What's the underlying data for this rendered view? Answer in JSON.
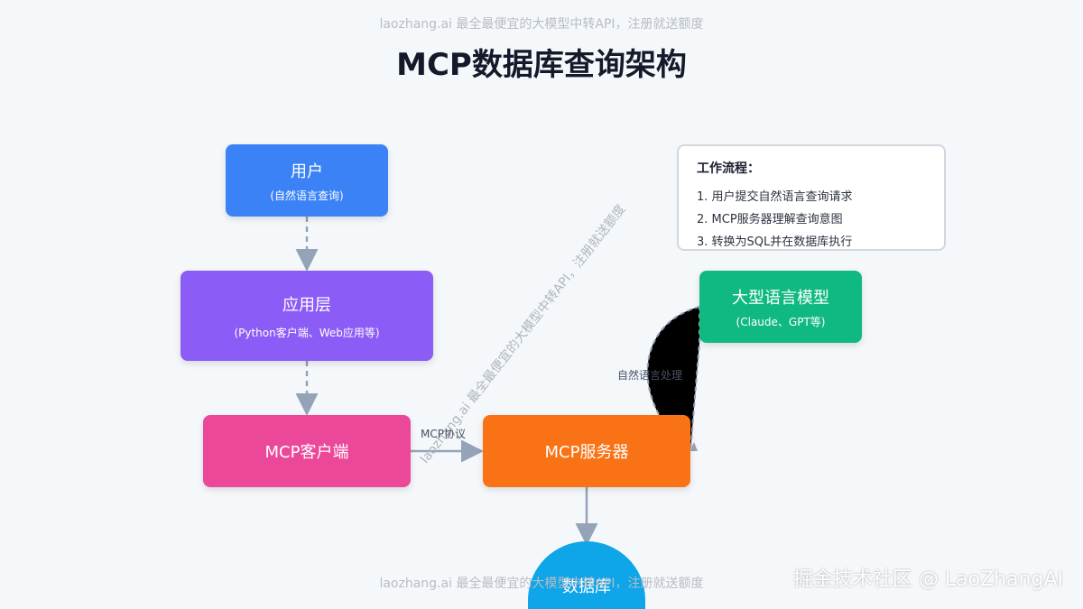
{
  "watermark_text": "laozhang.ai 最全最便宜的大模型中转API，注册就送额度",
  "diagonal_watermark": "laozhang.ai 最全最便宜的大模型中转API，注册就送额度",
  "title": "MCP数据库查询架构",
  "nodes": {
    "user": {
      "label": "用户",
      "sub": "(自然语言查询)",
      "color": "#3b82f6"
    },
    "app": {
      "label": "应用层",
      "sub": "(Python客户端、Web应用等)",
      "color": "#8b5cf6"
    },
    "client": {
      "label": "MCP客户端",
      "color": "#ec4899"
    },
    "server": {
      "label": "MCP服务器",
      "color": "#f97316"
    },
    "llm": {
      "label": "大型语言模型",
      "sub": "(Claude、GPT等)",
      "color": "#10b981"
    },
    "db": {
      "label": "数据库",
      "color": "#0ea5e9"
    }
  },
  "edges": {
    "mcp_protocol": "MCP协议",
    "nlp": "自然语言处理"
  },
  "workflow": {
    "heading": "工作流程：",
    "steps": [
      "1. 用户提交自然语言查询请求",
      "2. MCP服务器理解查询意图",
      "3. 转换为SQL并在数据库执行"
    ]
  },
  "credit": "掘金技术社区 @ LaoZhangAI"
}
